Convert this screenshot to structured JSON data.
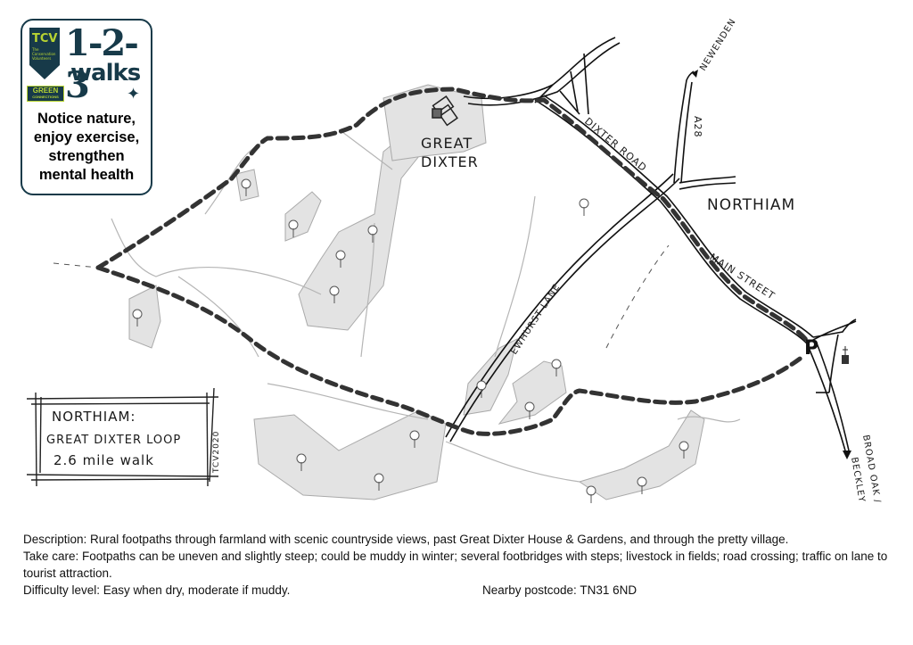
{
  "logo": {
    "brand": "TCV",
    "brand_sub": "The Conservation Volunteers",
    "series_number": "1-2-3",
    "series_word": "walks",
    "badge_main": "GREEN",
    "badge_sub": "CONNECTIONS",
    "tagline_lines": [
      "Notice nature,",
      "enjoy exercise,",
      "strengthen",
      "mental health"
    ],
    "colors": {
      "navy": "#173a49",
      "lime": "#b8d432"
    }
  },
  "map": {
    "labels": {
      "great_dixter_1": "GREAT",
      "great_dixter_2": "DIXTER",
      "northiam": "NORTHIAM",
      "dixter_road": "DIXTER ROAD",
      "a28": "A28",
      "newenden": "NEWENDEN",
      "main_street": "MAIN STREET",
      "ewhurst_lane": "EWHURST LANE",
      "broad_oak": "BROAD OAK /",
      "beckley": "BECKLEY",
      "parking": "P"
    },
    "title_box": {
      "line1": "NORTHIAM:",
      "line2": "GREAT DIXTER LOOP",
      "line3": "2.6 mile walk",
      "credit": "TCV2020"
    }
  },
  "info": {
    "description": "Description: Rural footpaths through farmland with scenic countryside views, past Great Dixter House & Gardens, and through the pretty village.",
    "take_care": "Take care: Footpaths can be uneven and slightly steep; could be muddy in winter; several footbridges with steps; livestock in fields; road crossing; traffic on lane to tourist attraction.",
    "difficulty": "Difficulty level: Easy when dry, moderate if muddy.",
    "postcode": "Nearby postcode:  TN31 6ND"
  }
}
